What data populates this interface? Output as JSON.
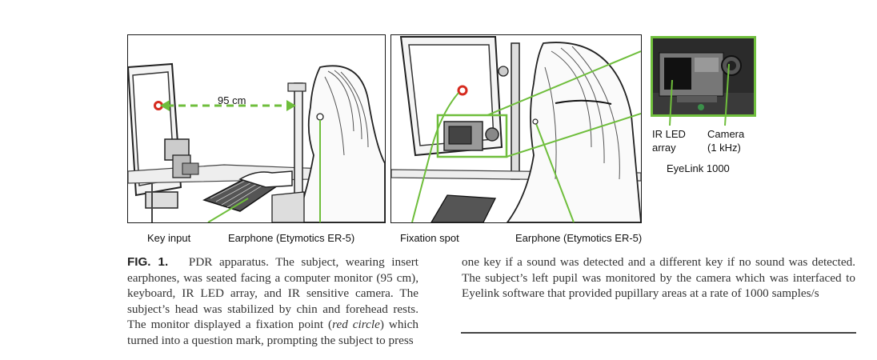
{
  "figure": {
    "distance_label": "95 cm",
    "labels": {
      "key_input": "Key input",
      "earphone_left": "Earphone (Etymotics ER-5)",
      "fixation_spot": "Fixation spot",
      "earphone_right": "Earphone (Etymotics ER-5)",
      "ir_led_line1": "IR LED",
      "ir_led_line2": "array",
      "camera_line1": "Camera",
      "camera_line2": "(1 kHz)",
      "eyelink": "EyeLink 1000"
    },
    "colors": {
      "accent_green": "#6fbe3c",
      "fixation_red": "#d62b1f"
    }
  },
  "caption": {
    "fig_label": "FIG. 1.",
    "col1_part1": "PDR apparatus. The subject, wearing insert earphones, was seated facing a computer monitor (95 cm), keyboard, IR LED array, and IR sensitive camera. The subject’s head was stabilized by chin and forehead rests. The monitor displayed a fixation point (",
    "col1_italic": "red circle",
    "col1_part2": ") which turned into a question mark, prompting the subject to press",
    "col2": "one key if a sound was detected and a different key if no sound was detected. The subject’s left pupil was monitored by the camera which was interfaced to Eyelink software that provided pupillary areas at a rate of 1000 samples/s"
  }
}
